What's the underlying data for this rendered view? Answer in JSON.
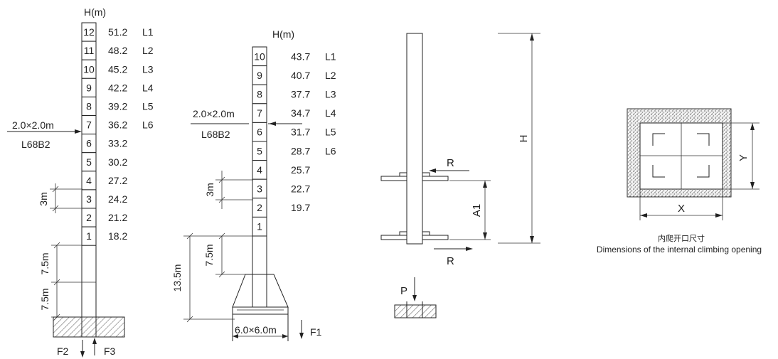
{
  "left_mast": {
    "height_header": "H(m)",
    "sections": [
      {
        "num": "12",
        "height": "51.2",
        "level": "L1"
      },
      {
        "num": "11",
        "height": "48.2",
        "level": "L2"
      },
      {
        "num": "10",
        "height": "45.2",
        "level": "L3"
      },
      {
        "num": "9",
        "height": "42.2",
        "level": "L4"
      },
      {
        "num": "8",
        "height": "39.2",
        "level": "L5"
      },
      {
        "num": "7",
        "height": "36.2",
        "level": "L6"
      },
      {
        "num": "6",
        "height": "33.2",
        "level": ""
      },
      {
        "num": "5",
        "height": "30.2",
        "level": ""
      },
      {
        "num": "4",
        "height": "27.2",
        "level": ""
      },
      {
        "num": "3",
        "height": "24.2",
        "level": ""
      },
      {
        "num": "2",
        "height": "21.2",
        "level": ""
      },
      {
        "num": "1",
        "height": "18.2",
        "level": ""
      }
    ],
    "tie_size": "2.0×2.0m",
    "crane_model": "L68B2",
    "dim_section": "3m",
    "dim_upper": "7.5m",
    "dim_lower": "7.5m",
    "force_left": "F2",
    "force_right": "F3"
  },
  "mid_mast": {
    "height_header": "H(m)",
    "sections": [
      {
        "num": "10",
        "height": "43.7",
        "level": "L1"
      },
      {
        "num": "9",
        "height": "40.7",
        "level": "L2"
      },
      {
        "num": "8",
        "height": "37.7",
        "level": "L3"
      },
      {
        "num": "7",
        "height": "34.7",
        "level": "L4"
      },
      {
        "num": "6",
        "height": "31.7",
        "level": "L5"
      },
      {
        "num": "5",
        "height": "28.7",
        "level": "L6"
      },
      {
        "num": "4",
        "height": "25.7",
        "level": ""
      },
      {
        "num": "3",
        "height": "22.7",
        "level": ""
      },
      {
        "num": "2",
        "height": "19.7",
        "level": ""
      },
      {
        "num": "1",
        "height": "",
        "level": ""
      }
    ],
    "tie_size": "2.0×2.0m",
    "crane_model": "L68B2",
    "dim_section": "3m",
    "dim_upper": "7.5m",
    "dim_total": "13.5m",
    "base_size": "6.0×6.0m",
    "force": "F1"
  },
  "climbing_diagram": {
    "label_h": "H",
    "label_a1": "A1",
    "label_r_top": "R",
    "label_r_bottom": "R",
    "label_p": "P"
  },
  "opening": {
    "label_x": "X",
    "label_y": "Y",
    "caption_cn": "内爬开口尺寸",
    "caption_en": "Dimensions of the internal climbing opening"
  }
}
